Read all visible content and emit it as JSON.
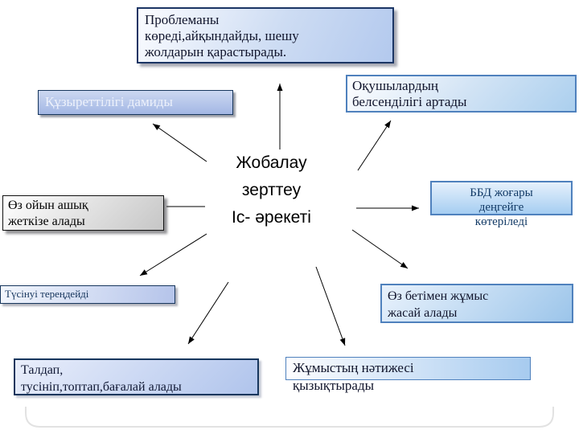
{
  "slide": {
    "background": "#ffffff",
    "center": {
      "label": "Жобалау\nзерттеу\nІс- әрекеті"
    },
    "nodes": [
      {
        "id": "problem",
        "label": "Проблеманы\nкөреді,айқындайды, шешу\nжолдарын қарастырады."
      },
      {
        "id": "pupils",
        "label": "Оқушылардың\nбелсенділігі артады"
      },
      {
        "id": "competence",
        "label": "Құзыреттілігі дамиды"
      },
      {
        "id": "opinion",
        "label": "Өз ойын ашық\nжеткізе алады"
      },
      {
        "id": "bbd",
        "label": "ББД жоғары\nдеңгейге\nкөтеріледі"
      },
      {
        "id": "understanding",
        "label": "Түсінуі тереңдейді"
      },
      {
        "id": "analysis",
        "label": "Талдап,\nтусініп,топтап,бағалай алады"
      },
      {
        "id": "result",
        "label": "Жұмыстың нәтижесі\nқызықтырады"
      },
      {
        "id": "independent",
        "label": "Өз бетімен жұмыс\nжасай алады"
      }
    ],
    "colors": {
      "navy_border": "#17365d",
      "steel_border": "#4f81bd",
      "black_border": "#111111",
      "blue_fill": "#a7cbef",
      "periwinkle_fill": "#a3b7e4",
      "silver_fill": "#c6c6c6",
      "arrow": "#000000",
      "bottom_arc": "#e2e2e2"
    }
  }
}
